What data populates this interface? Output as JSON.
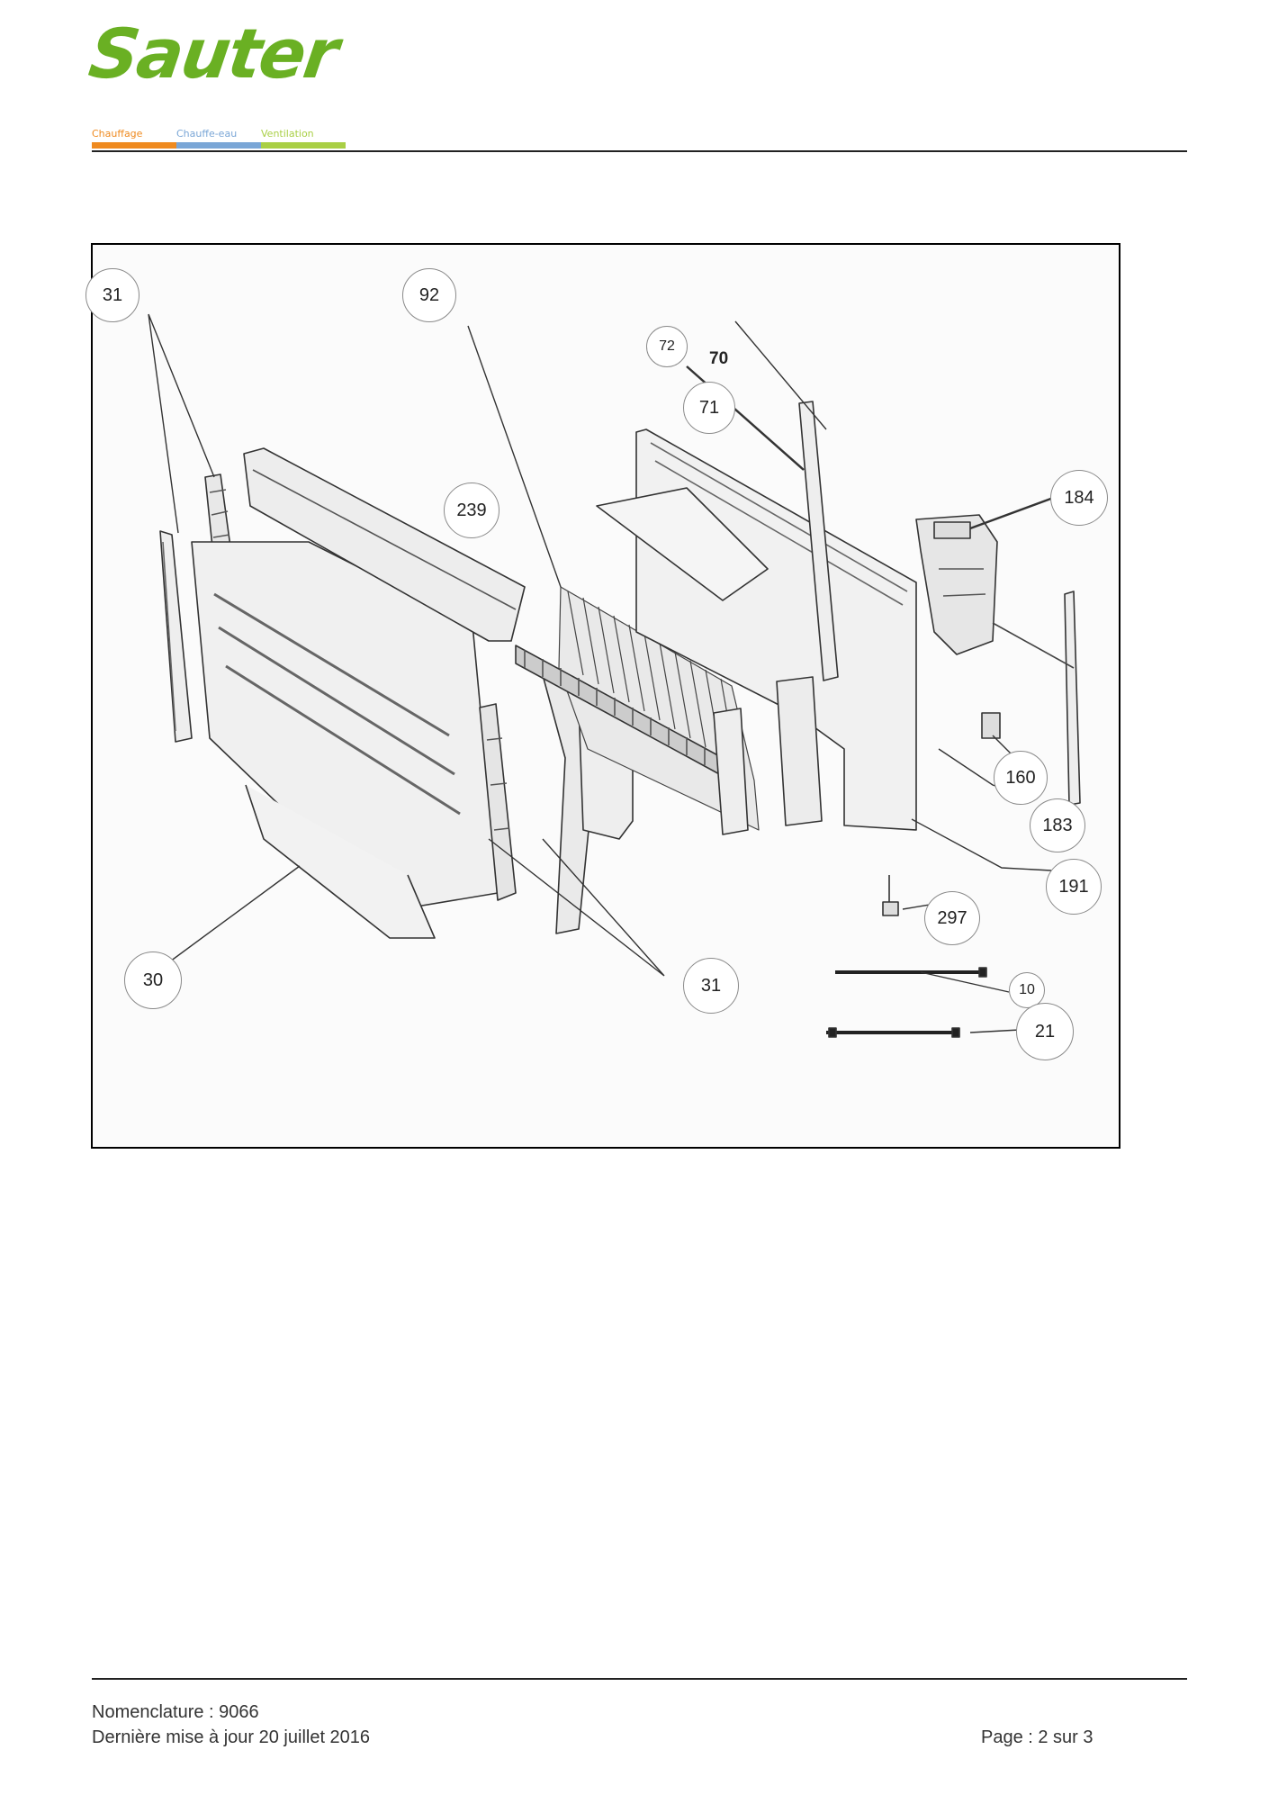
{
  "header": {
    "brand": "Sauter",
    "brand_color": "#6ab023",
    "categories": [
      {
        "label": "Chauffage",
        "color": "#ef8a1f"
      },
      {
        "label": "Chauffe-eau",
        "color": "#7aa6d6"
      },
      {
        "label": "Ventilation",
        "color": "#a9cf45"
      }
    ]
  },
  "diagram": {
    "callouts": [
      "31",
      "92",
      "72",
      "70",
      "71",
      "239",
      "184",
      "160",
      "183",
      "191",
      "297",
      "30",
      "31",
      "10",
      "21"
    ]
  },
  "footer": {
    "nomenclature": "Nomenclature : 9066",
    "updated": "Dernière mise à jour 20 juillet 2016",
    "page": "Page : 2 sur 3"
  }
}
